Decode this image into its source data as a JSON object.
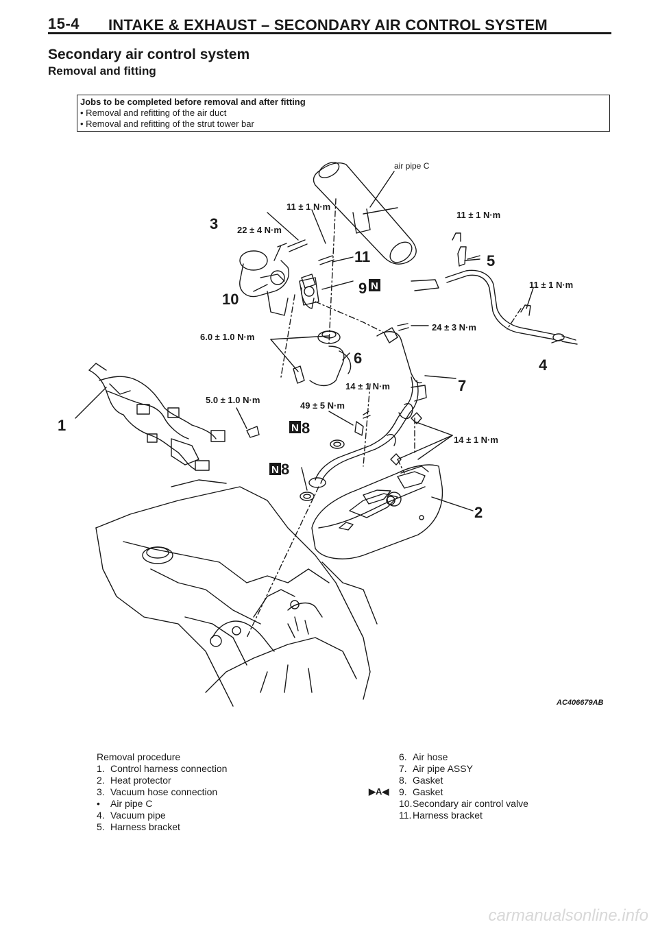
{
  "header": {
    "page_number": "15-4",
    "title": "INTAKE & EXHAUST – SECONDARY AIR CONTROL SYSTEM"
  },
  "section_title": "Secondary air control system",
  "sub_title": "Removal and fitting",
  "jobs": {
    "heading": "Jobs to be completed before removal and after fitting",
    "items": [
      "• Removal and refitting of the air duct",
      "• Removal and refitting of the strut tower bar"
    ]
  },
  "diagram": {
    "callout_air_pipe": "air pipe C",
    "part_numbers": [
      "1",
      "2",
      "3",
      "4",
      "5",
      "6",
      "7",
      "8",
      "8",
      "9",
      "10",
      "11"
    ],
    "new_marker": "N",
    "torques": {
      "t_11_top": "11 ± 1 N·m",
      "t_22": "22 ± 4 N·m",
      "t_11_right": "11 ± 1 N·m",
      "t_11_far": "11 ± 1 N·m",
      "t_24": "24 ± 3 N·m",
      "t_6": "6.0 ± 1.0 N·m",
      "t_14_a": "14 ± 1 N·m",
      "t_5": "5.0 ± 1.0 N·m",
      "t_49": "49 ± 5 N·m",
      "t_14_b": "14 ± 1 N·m"
    },
    "figure_ref": "AC406679AB"
  },
  "procedure": {
    "left": [
      {
        "n": "",
        "text": "Removal procedure"
      },
      {
        "n": "1.",
        "text": "Control harness connection"
      },
      {
        "n": "2.",
        "text": "Heat protector"
      },
      {
        "n": "3.",
        "text": "Vacuum hose connection"
      },
      {
        "n": "•",
        "text": "Air pipe C"
      },
      {
        "n": "4.",
        "text": "Vacuum pipe"
      },
      {
        "n": "5.",
        "text": "Harness bracket"
      }
    ],
    "right": [
      {
        "n": "6.",
        "text": "Air hose"
      },
      {
        "n": "7.",
        "text": "Air pipe ASSY"
      },
      {
        "n": "8.",
        "text": "Gasket"
      },
      {
        "n": "9.",
        "text": "Gasket"
      },
      {
        "n": "10.",
        "text": "Secondary air control valve"
      },
      {
        "n": "11.",
        "text": "Harness bracket"
      }
    ],
    "marker": "▶A◀"
  },
  "watermark": "carmanualsonline.info"
}
